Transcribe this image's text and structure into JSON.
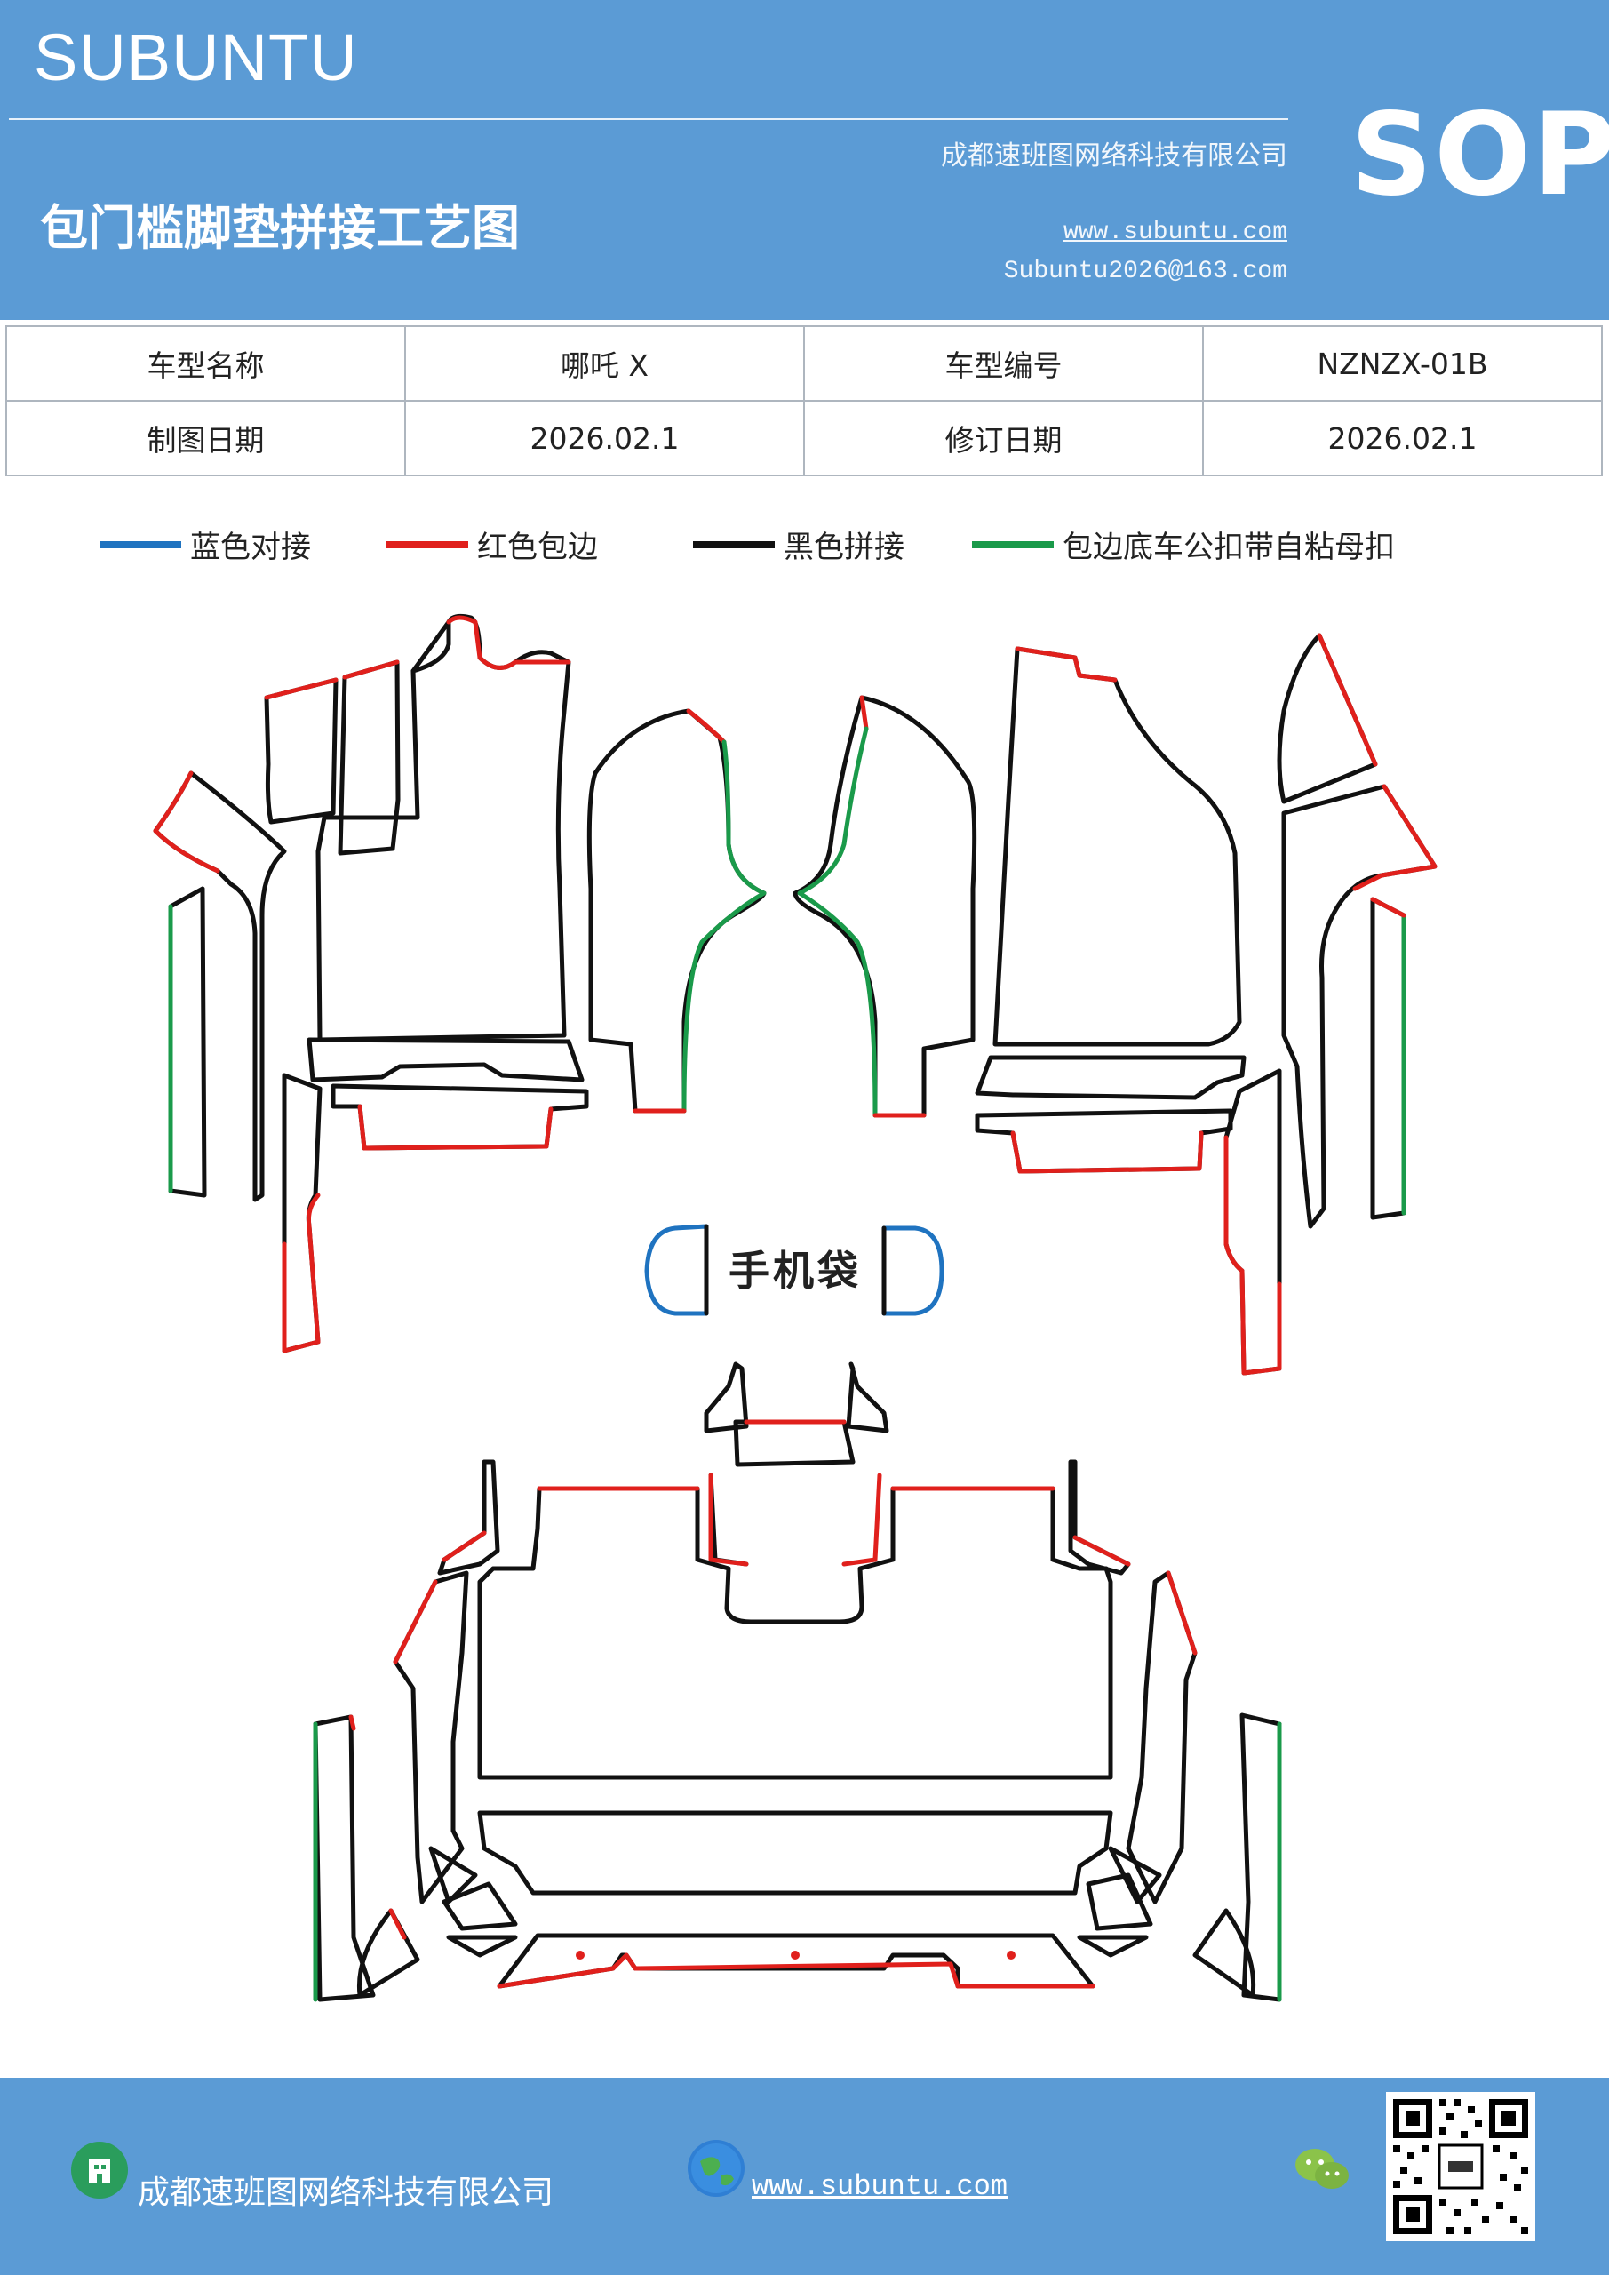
{
  "header": {
    "brand": "SUBUNTU",
    "sop": "SOP",
    "company": "成都速班图网络科技有限公司",
    "title": "包门槛脚垫拼接工艺图",
    "website": "www.subuntu.com",
    "email": "Subuntu2026@163.com"
  },
  "info": {
    "model_name_label": "车型名称",
    "model_name_value": "哪吒 X",
    "model_code_label": "车型编号",
    "model_code_value": "NZNZX-01B",
    "draw_date_label": "制图日期",
    "draw_date_value": "2026.02.1",
    "revise_date_label": "修订日期",
    "revise_date_value": "2026.02.1"
  },
  "legend": [
    {
      "label": "蓝色对接",
      "color": "#1f73c0"
    },
    {
      "label": "红色包边",
      "color": "#e0201c"
    },
    {
      "label": "黑色拼接",
      "color": "#111111"
    },
    {
      "label": "包边底车公扣带自粘母扣",
      "color": "#1a9a4a"
    }
  ],
  "diagram": {
    "phone_bag_label": "手机袋"
  },
  "footer": {
    "company": "成都速班图网络科技有限公司",
    "website": "www.subuntu.com"
  }
}
